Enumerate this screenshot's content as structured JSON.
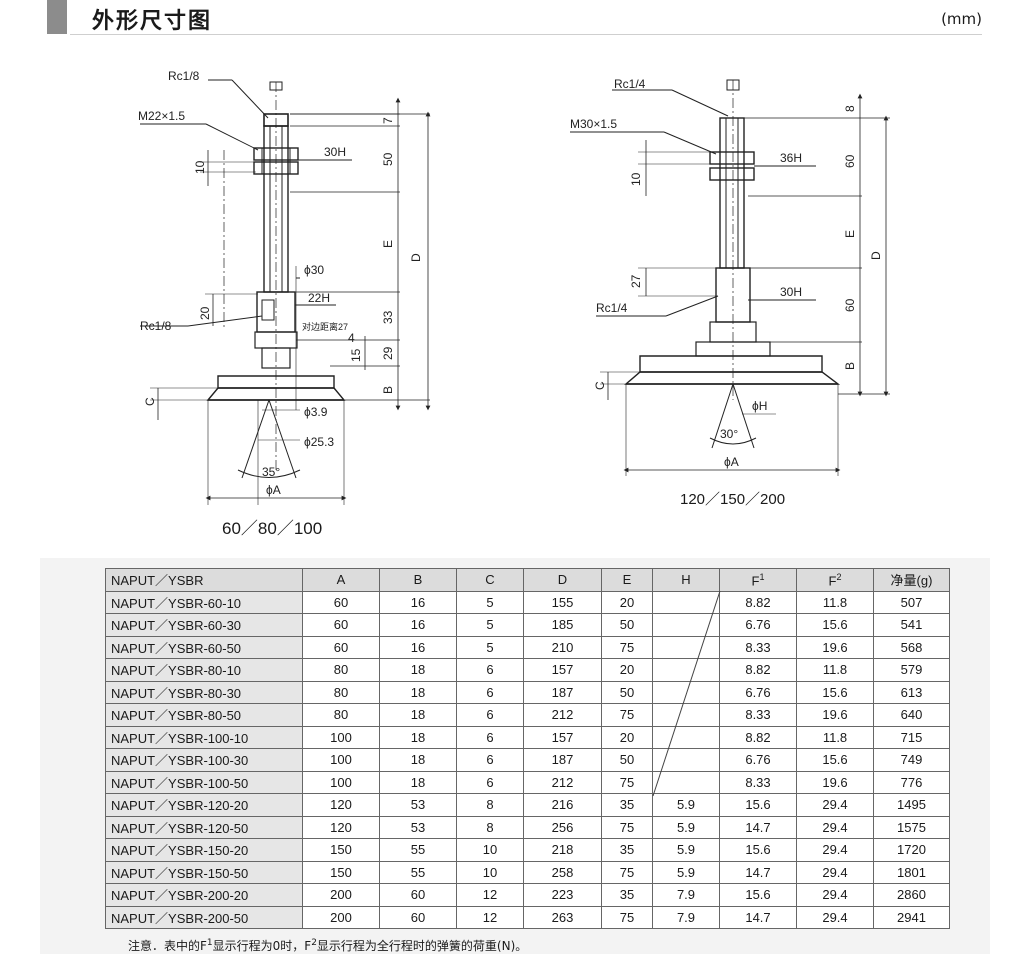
{
  "header": {
    "title": "外形尺寸图",
    "unit": "(mm)"
  },
  "drawing_left": {
    "labels": {
      "rc1_8_top": "Rc1/8",
      "thread": "M22×1.5",
      "hex30": "30H",
      "dim10": "10",
      "dim7": "7",
      "dim50": "50",
      "dimE": "E",
      "dimD": "D",
      "phi30": "ϕ30",
      "hex22": "22H",
      "dim20": "20",
      "rc1_8_bottom": "Rc1/8",
      "side27": "对边距离27",
      "dim33": "33",
      "dim4": "4",
      "dim15": "15",
      "dim29": "29",
      "dimC": "C",
      "dimB": "B",
      "phi3_9": "ϕ3.9",
      "phi25_3": "ϕ25.3",
      "angle35": "35°",
      "phiA": "ϕA"
    },
    "caption": "60／80／100"
  },
  "drawing_right": {
    "labels": {
      "rc1_4_top": "Rc1/4",
      "thread": "M30×1.5",
      "dim8": "8",
      "hex36": "36H",
      "dim60_top": "60",
      "dim10": "10",
      "dimE": "E",
      "dimD": "D",
      "dim27": "27",
      "hex30": "30H",
      "rc1_4_bottom": "Rc1/4",
      "dim60_bottom": "60",
      "dimC": "C",
      "dimB": "B",
      "phiH": "ϕH",
      "angle30": "30°",
      "phiA": "ϕA"
    },
    "caption": "120／150／200"
  },
  "table": {
    "headers": [
      "NAPUT／YSBR",
      "A",
      "B",
      "C",
      "D",
      "E",
      "H",
      "F",
      "F",
      "净量(g)"
    ],
    "header_sups": {
      "f1": "1",
      "f2": "2"
    },
    "rows": [
      [
        "NAPUT／YSBR-60-10",
        "60",
        "16",
        "5",
        "155",
        "20",
        "",
        "8.82",
        "11.8",
        "507"
      ],
      [
        "NAPUT／YSBR-60-30",
        "60",
        "16",
        "5",
        "185",
        "50",
        "",
        "6.76",
        "15.6",
        "541"
      ],
      [
        "NAPUT／YSBR-60-50",
        "60",
        "16",
        "5",
        "210",
        "75",
        "",
        "8.33",
        "19.6",
        "568"
      ],
      [
        "NAPUT／YSBR-80-10",
        "80",
        "18",
        "6",
        "157",
        "20",
        "",
        "8.82",
        "11.8",
        "579"
      ],
      [
        "NAPUT／YSBR-80-30",
        "80",
        "18",
        "6",
        "187",
        "50",
        "",
        "6.76",
        "15.6",
        "613"
      ],
      [
        "NAPUT／YSBR-80-50",
        "80",
        "18",
        "6",
        "212",
        "75",
        "",
        "8.33",
        "19.6",
        "640"
      ],
      [
        "NAPUT／YSBR-100-10",
        "100",
        "18",
        "6",
        "157",
        "20",
        "",
        "8.82",
        "11.8",
        "715"
      ],
      [
        "NAPUT／YSBR-100-30",
        "100",
        "18",
        "6",
        "187",
        "50",
        "",
        "6.76",
        "15.6",
        "749"
      ],
      [
        "NAPUT／YSBR-100-50",
        "100",
        "18",
        "6",
        "212",
        "75",
        "",
        "8.33",
        "19.6",
        "776"
      ],
      [
        "NAPUT／YSBR-120-20",
        "120",
        "53",
        "8",
        "216",
        "35",
        "5.9",
        "15.6",
        "29.4",
        "1495"
      ],
      [
        "NAPUT／YSBR-120-50",
        "120",
        "53",
        "8",
        "256",
        "75",
        "5.9",
        "14.7",
        "29.4",
        "1575"
      ],
      [
        "NAPUT／YSBR-150-20",
        "150",
        "55",
        "10",
        "218",
        "35",
        "5.9",
        "15.6",
        "29.4",
        "1720"
      ],
      [
        "NAPUT／YSBR-150-50",
        "150",
        "55",
        "10",
        "258",
        "75",
        "5.9",
        "14.7",
        "29.4",
        "1801"
      ],
      [
        "NAPUT／YSBR-200-20",
        "200",
        "60",
        "12",
        "223",
        "35",
        "7.9",
        "15.6",
        "29.4",
        "2860"
      ],
      [
        "NAPUT／YSBR-200-50",
        "200",
        "60",
        "12",
        "263",
        "75",
        "7.9",
        "14.7",
        "29.4",
        "2941"
      ]
    ]
  },
  "note": {
    "prefix": "注意．表中的F",
    "sup1": "1",
    "mid": "显示行程为0时，F",
    "sup2": "2",
    "suffix": "显示行程为全行程时的弹簧的荷重(N)。"
  }
}
